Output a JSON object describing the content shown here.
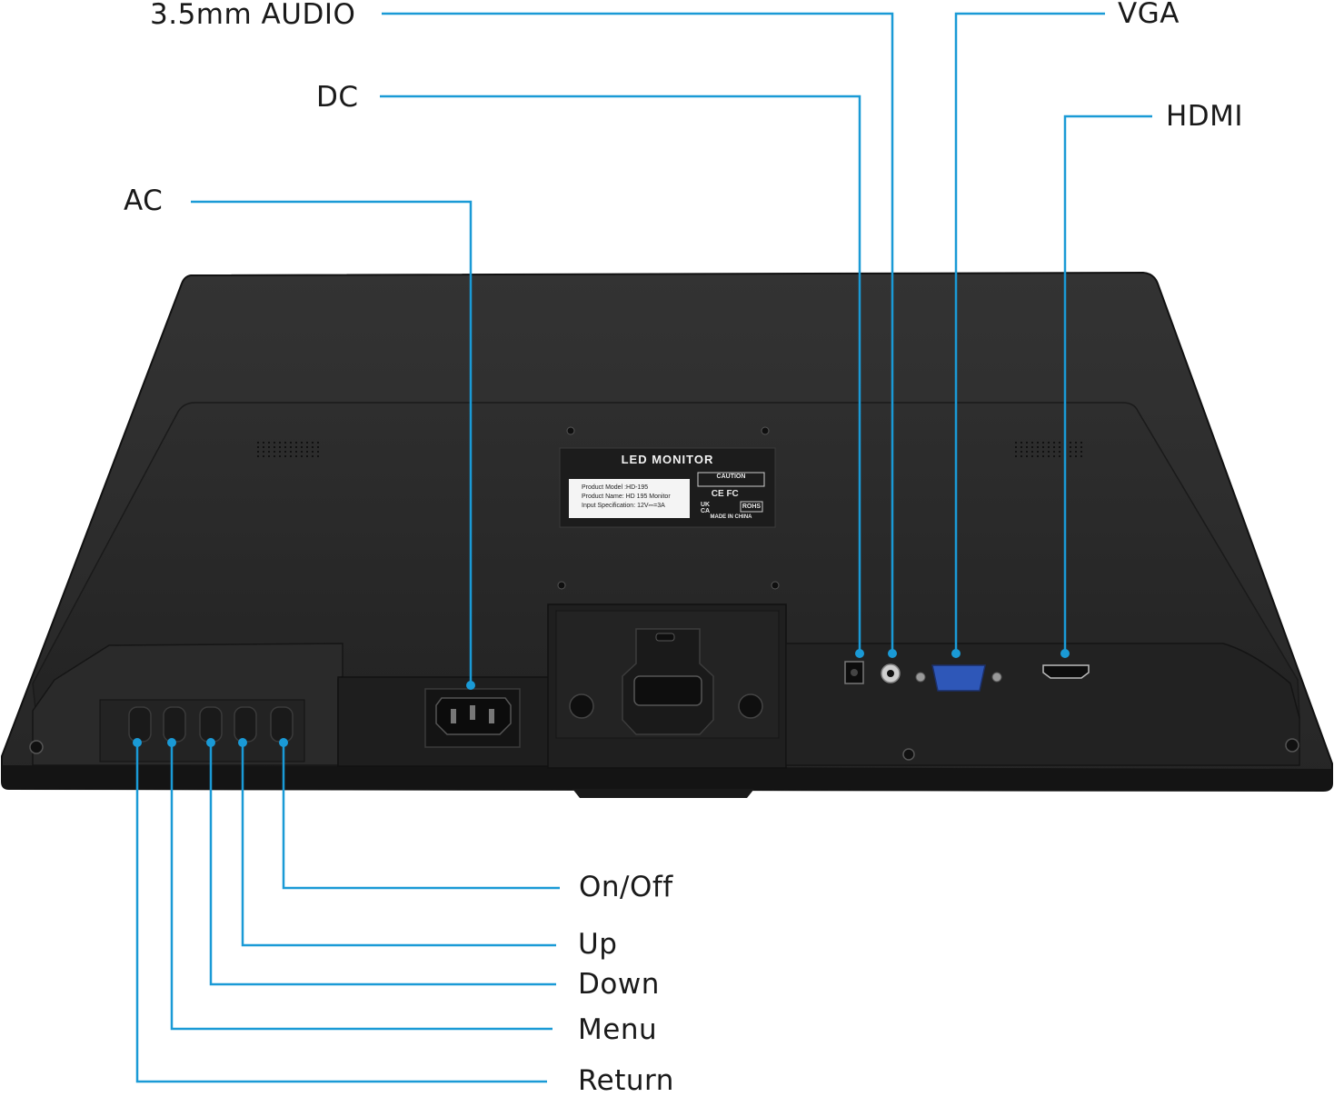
{
  "callouts": {
    "audio": "3.5mm AUDIO",
    "dc": "DC",
    "ac": "AC",
    "vga": "VGA",
    "hdmi": "HDMI",
    "on_off": "On/Off",
    "up": "Up",
    "down": "Down",
    "menu": "Menu",
    "return": "Return"
  },
  "product_label": {
    "title": "LED MONITOR",
    "model_line": "Product Model :HD-195",
    "name_line": "Product Name: HD 195 Monitor",
    "input_line": "Input Specification: 12V⎓=3A",
    "caution": "CAUTION",
    "marks": " CE FC",
    "rohs": "ROHS",
    "ukca": "UK CA",
    "made_in": "MADE IN CHINA"
  },
  "colors": {
    "leader_line": "#1a9ad6",
    "monitor_body": "#2b2b2b",
    "monitor_edge": "#111111",
    "label_bg": "#1e1e1e",
    "vga_port": "#2e57b8",
    "text": "#1a1a1a"
  }
}
